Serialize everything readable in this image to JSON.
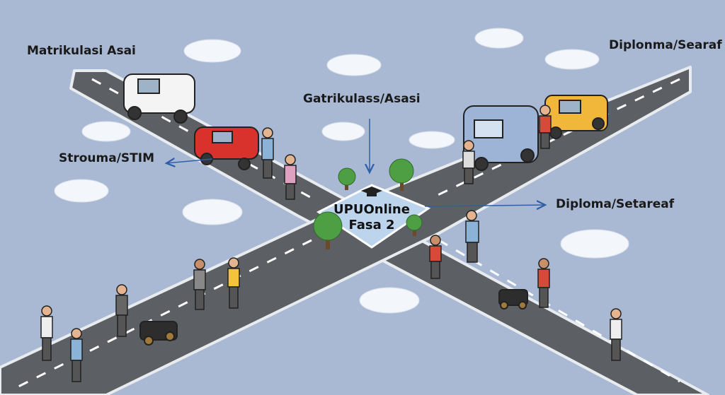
{
  "labels": {
    "top_left": "Matrikulasi Asai",
    "top_right": "Diplonma/Searaf",
    "top_center": "Gatrikulass/Asasi",
    "left_mid": "Strouma/STIM",
    "right_mid": "Diploma/Setareaf",
    "center_line1": "UPUOnline",
    "center_line2": "Fasa 2"
  },
  "colors": {
    "sky": "#a9b9d3",
    "road": "#5c5f63",
    "road_edge": "#e9ecef",
    "center_plaza": "#bcd4ec",
    "arrow": "#2f5fa8"
  }
}
